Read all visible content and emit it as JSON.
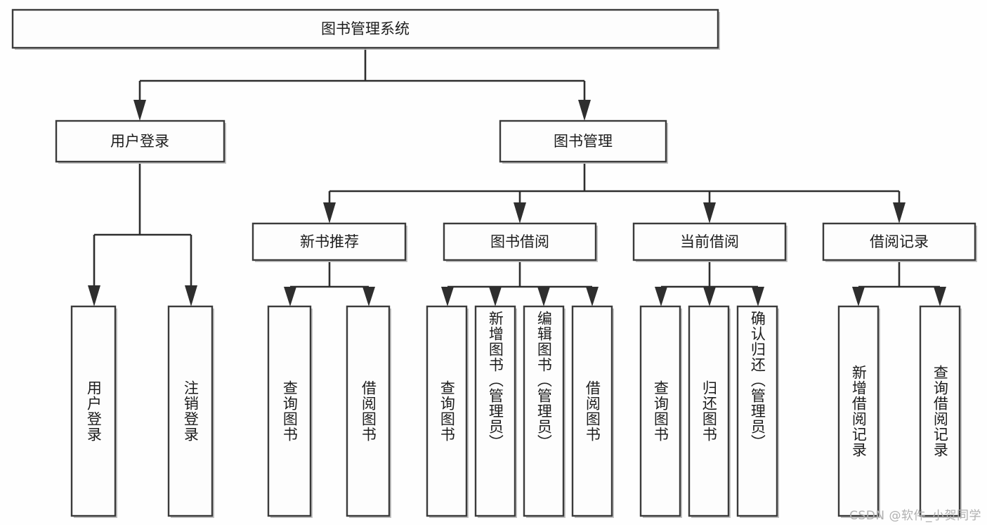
{
  "diagram": {
    "type": "tree",
    "title": "图书管理系统",
    "orientation": "top-down",
    "colors": {
      "background": "#fefefe",
      "box_fill": "#fdfdfd",
      "box_stroke": "#3b3b3b",
      "edge": "#2e2e2e",
      "text": "#1c1c1c",
      "watermark": "#b0b0b0"
    },
    "root": {
      "label": "图书管理系统"
    },
    "level1": [
      {
        "label": "用户登录"
      },
      {
        "label": "图书管理"
      }
    ],
    "level2": [
      {
        "label": "新书推荐"
      },
      {
        "label": "图书借阅"
      },
      {
        "label": "当前借阅"
      },
      {
        "label": "借阅记录"
      }
    ],
    "leaves": {
      "user_login": [
        {
          "label": "用户登录"
        },
        {
          "label": "注销登录"
        }
      ],
      "new_book_recommend": [
        {
          "label": "查询图书"
        },
        {
          "label": "借阅图书"
        }
      ],
      "book_borrow": [
        {
          "label": "查询图书"
        },
        {
          "label": "新增图书（管理员）"
        },
        {
          "label": "编辑图书（管理员）"
        },
        {
          "label": "借阅图书"
        }
      ],
      "current_borrow": [
        {
          "label": "查询图书"
        },
        {
          "label": "归还图书"
        },
        {
          "label": "确认归还（管理员）"
        }
      ],
      "borrow_record": [
        {
          "label": "新增借阅记录"
        },
        {
          "label": "查询借阅记录"
        }
      ]
    }
  },
  "watermark": {
    "text": "CSDN @软件_小贺同学"
  }
}
